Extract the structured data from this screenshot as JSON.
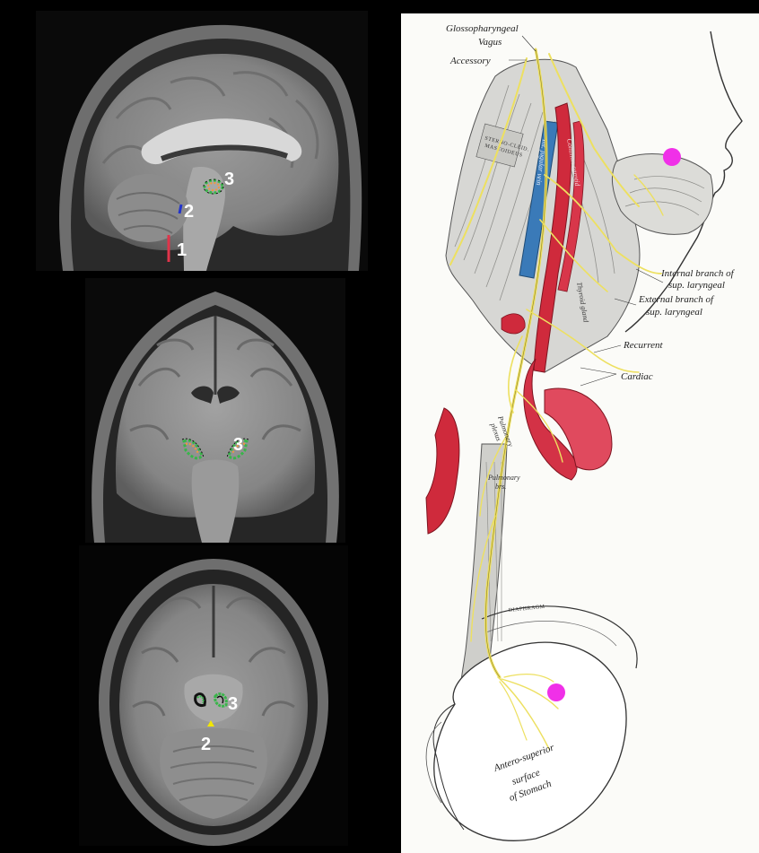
{
  "mri": {
    "sagittal": {
      "labels": [
        "1",
        "2",
        "3"
      ]
    },
    "coronal": {
      "labels": [
        "3"
      ]
    },
    "axial": {
      "labels": [
        "3",
        "2"
      ]
    }
  },
  "colors": {
    "marker_1": "#e0344a",
    "marker_2_sagittal": "#2233cc",
    "marker_2_axial": "#f2e600",
    "cluster_green": "#39b54a",
    "cluster_orange": "#f29a3a",
    "cluster_black": "#111111",
    "magenta_dot": "#f030e8",
    "vessel_red": "#cf2a3c",
    "vein_blue": "#3a7ab8",
    "nerve_yellow": "#ede060"
  },
  "anatomy": {
    "labels": {
      "glossopharyngeal": "Glossopharyngeal",
      "vagus": "Vagus",
      "accessory": "Accessory",
      "internal_branch_1": "Internal branch of",
      "internal_branch_2": "sup. laryngeal",
      "external_branch_1": "External branch of",
      "external_branch_2": "sup. laryngeal",
      "recurrent": "Recurrent",
      "cardiac": "Cardiac",
      "pulmonary_1": "Pulmonary",
      "pulmonary_2": "brs.",
      "diaphragm": "DIAPHRAGM",
      "stomach_1": "Antero-superior",
      "stomach_2": "surface",
      "stomach_3": "of Stomach",
      "ijv": "Int. jugular vein",
      "sternomastoid_1": "STERNO-CLEID.",
      "sternomastoid_2": "MASTOIDEUS",
      "plexus": "Pulmonary",
      "plexus_2": "plexus",
      "common_carotid": "Common carotid",
      "thyroid_gland": "Thyroid gland"
    }
  }
}
